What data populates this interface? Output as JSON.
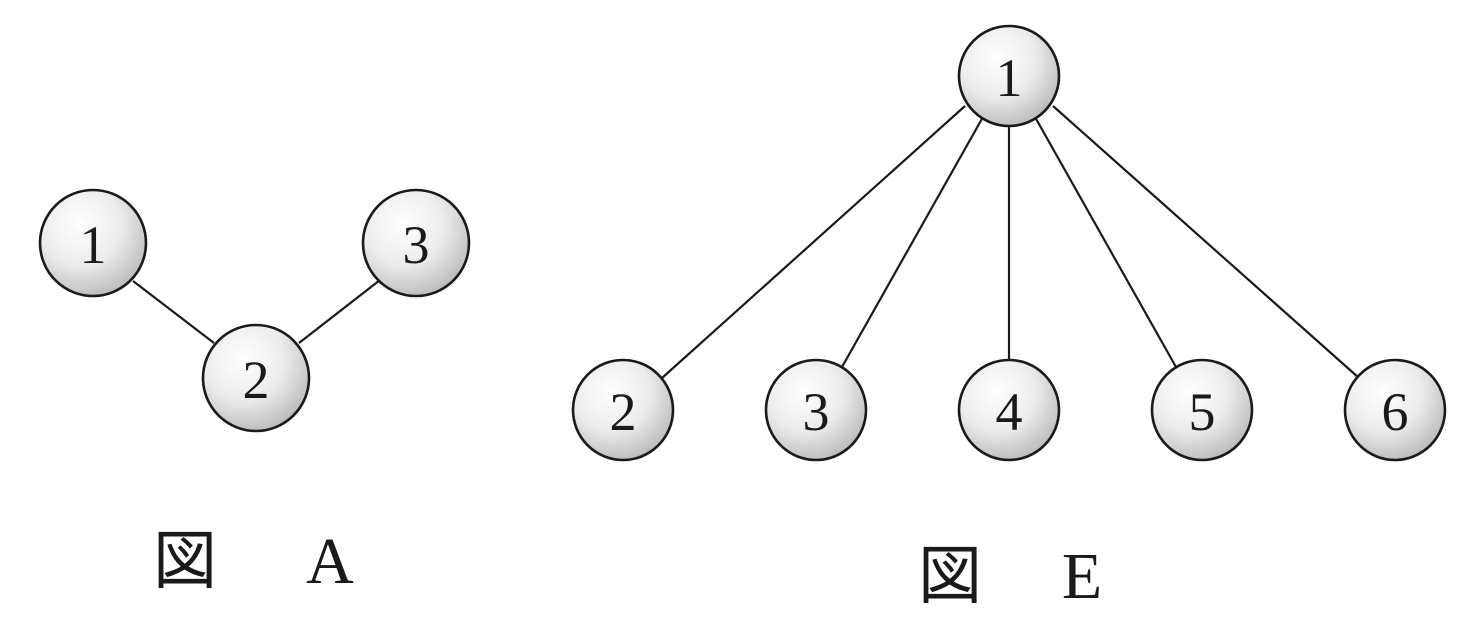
{
  "figures": [
    {
      "id": "A",
      "caption_prefix": "図",
      "caption_letter": "A",
      "nodes": [
        {
          "id": "1",
          "label": "1"
        },
        {
          "id": "2",
          "label": "2"
        },
        {
          "id": "3",
          "label": "3"
        }
      ],
      "edges": [
        {
          "from": "1",
          "to": "2"
        },
        {
          "from": "2",
          "to": "3"
        }
      ]
    },
    {
      "id": "E",
      "caption_prefix": "図",
      "caption_letter": "E",
      "nodes": [
        {
          "id": "1",
          "label": "1"
        },
        {
          "id": "2",
          "label": "2"
        },
        {
          "id": "3",
          "label": "3"
        },
        {
          "id": "4",
          "label": "4"
        },
        {
          "id": "5",
          "label": "5"
        },
        {
          "id": "6",
          "label": "6"
        }
      ],
      "edges": [
        {
          "from": "1",
          "to": "2"
        },
        {
          "from": "1",
          "to": "3"
        },
        {
          "from": "1",
          "to": "4"
        },
        {
          "from": "1",
          "to": "5"
        },
        {
          "from": "1",
          "to": "6"
        }
      ]
    }
  ],
  "colors": {
    "stroke": "#1a1a1a",
    "node_highlight": "#ffffff",
    "node_shadow": "#bdbdbd"
  }
}
